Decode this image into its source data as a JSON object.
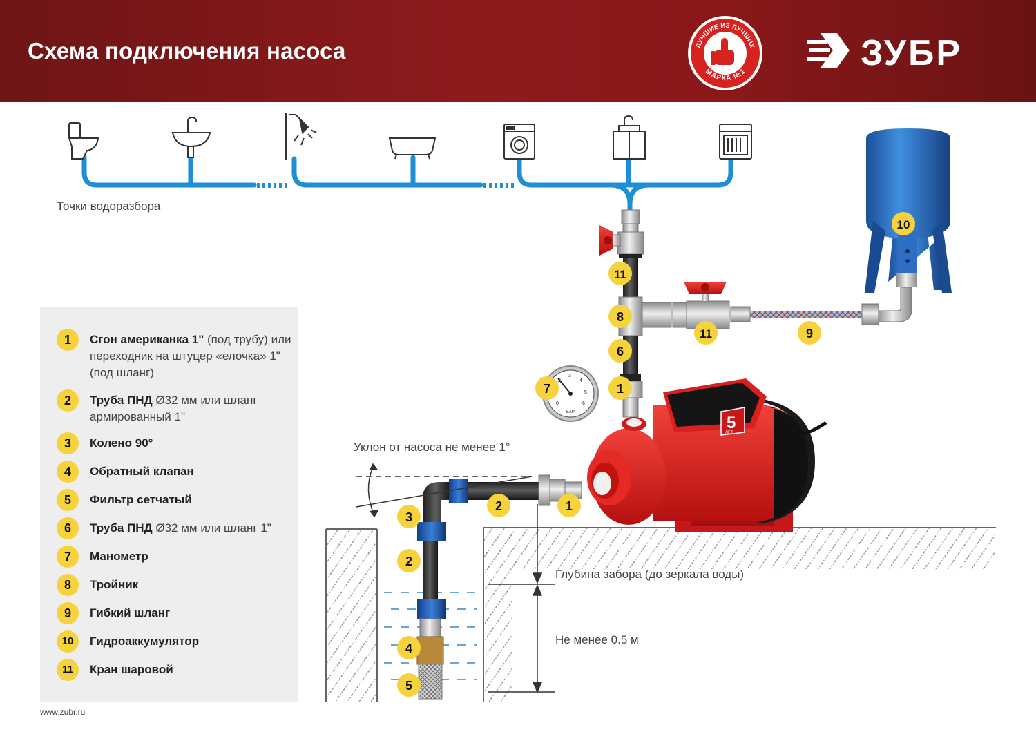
{
  "header": {
    "title": "Схема подключения насоса",
    "badge_top_text": "ЛУЧШИЕ ИЗ ЛУЧШИХ",
    "badge_bottom_text": "МАРКА №1",
    "brand": "ЗУБР",
    "colors": {
      "header_bg": "#8e1a1c",
      "badge_red": "#d7231f",
      "accent_yellow": "#f6d23c",
      "pipe_blue": "#1e8fd6"
    }
  },
  "diagram": {
    "water_points_label": "Точки водоразбора",
    "slope_label": "Уклон от насоса не менее 1°",
    "depth_label": "Глубина забора (до зеркала воды)",
    "min_depth_label": "Не менее 0.5 м",
    "pump_badge": "5",
    "pump_badge_sub": "ЛЕТ",
    "gauge_unit": "БАР",
    "gauge_ticks": [
      "0",
      "1",
      "2",
      "3",
      "4",
      "5",
      "6"
    ],
    "markers": [
      "10",
      "11",
      "11",
      "8",
      "9",
      "6",
      "7",
      "1",
      "1",
      "2",
      "3",
      "2",
      "4",
      "5"
    ],
    "fixture_icons": [
      "toilet-icon",
      "sink-icon",
      "shower-icon",
      "bathtub-icon",
      "washing-machine-icon",
      "kitchen-sink-icon",
      "dishwasher-icon"
    ]
  },
  "legend": [
    {
      "num": "1",
      "bold": "Сгон американка 1\"",
      "rest": " (под трубу) или переходник на штуцер «елочка» 1\" (под шланг)"
    },
    {
      "num": "2",
      "bold": "Труба ПНД",
      "rest": " Ø32 мм или шланг армированный 1\""
    },
    {
      "num": "3",
      "bold": "Колено 90°",
      "rest": ""
    },
    {
      "num": "4",
      "bold": "Обратный клапан",
      "rest": ""
    },
    {
      "num": "5",
      "bold": "Фильтр сетчатый",
      "rest": ""
    },
    {
      "num": "6",
      "bold": "Труба ПНД",
      "rest": " Ø32 мм или шланг 1\""
    },
    {
      "num": "7",
      "bold": "Манометр",
      "rest": ""
    },
    {
      "num": "8",
      "bold": "Тройник",
      "rest": ""
    },
    {
      "num": "9",
      "bold": "Гибкий шланг",
      "rest": ""
    },
    {
      "num": "10",
      "bold": "Гидроаккумулятор",
      "rest": ""
    },
    {
      "num": "11",
      "bold": "Кран шаровой",
      "rest": ""
    }
  ],
  "footer": {
    "url": "www.zubr.ru"
  }
}
